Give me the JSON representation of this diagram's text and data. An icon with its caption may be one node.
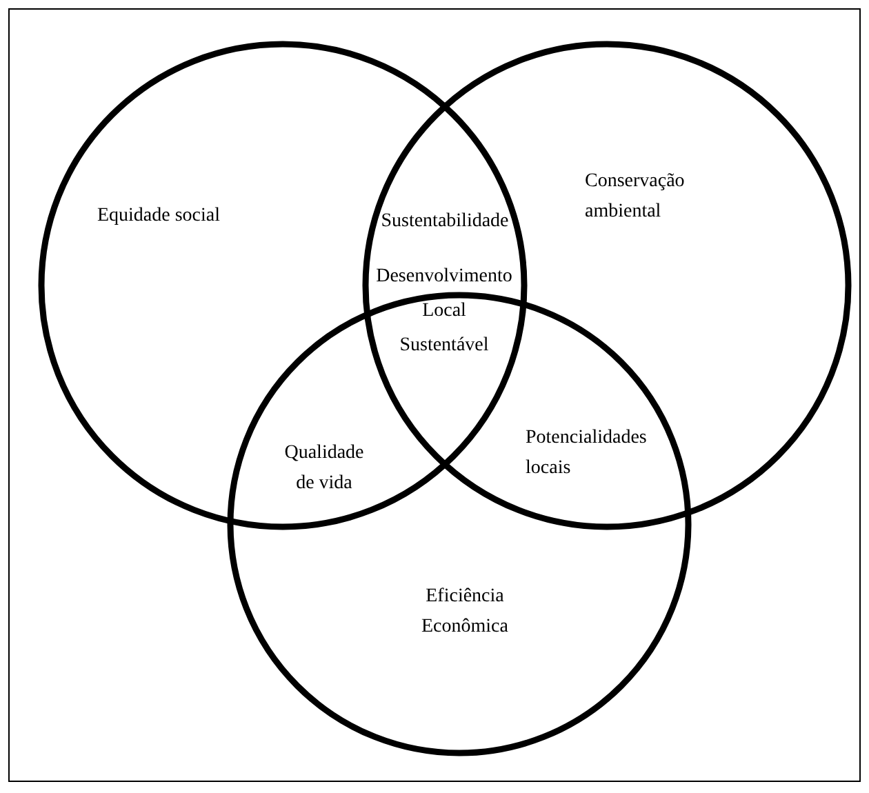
{
  "diagram": {
    "nodes": [
      {
        "text": [
          "Equidade social"
        ]
      },
      {
        "text": [
          "Conservação ambiental"
        ]
      },
      {
        "text": [
          "Eficiência Econômica"
        ]
      }
    ],
    "labels": [
      "Sustentabilidade",
      "Desenvolvimento Local Sustentável",
      "Qualidade de vida",
      "Potencialidades locais"
    ]
  }
}
